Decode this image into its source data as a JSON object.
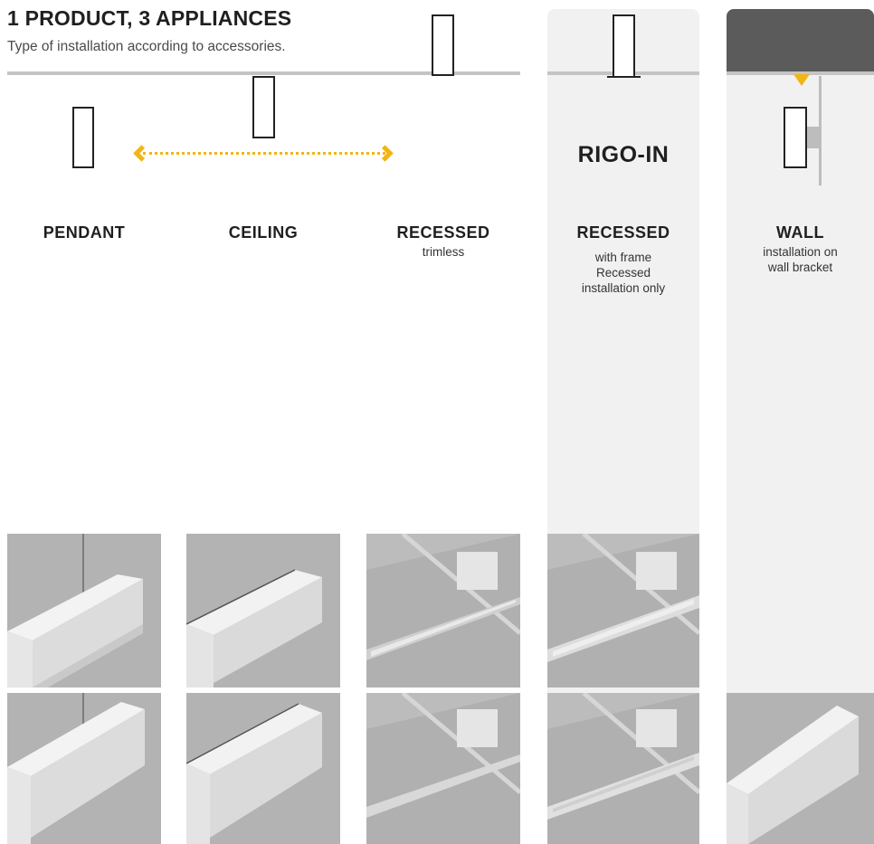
{
  "header": {
    "title": "1 PRODUCT, 3 APPLIANCES",
    "subtitle": "Type of installation according to accessories."
  },
  "columns": [
    {
      "id": "pendant",
      "label": "PENDANT",
      "sub": ""
    },
    {
      "id": "ceiling",
      "label": "CEILING",
      "sub": ""
    },
    {
      "id": "recessed",
      "label": "RECESSED",
      "sub": "trimless"
    },
    {
      "id": "rigo-in",
      "brand": "RIGO-IN",
      "label": "RECESSED",
      "sub": [
        "with frame",
        "Recessed",
        "installation only"
      ]
    },
    {
      "id": "wall",
      "label": "WALL",
      "sub": [
        "installation on",
        "wall bracket"
      ]
    }
  ],
  "colors": {
    "accent": "#f2b515",
    "panel": "#f1f1f1",
    "panel_dark": "#5b5b5b",
    "ceiling": "#c4c4c4"
  },
  "icons": [
    "double-arrow-icon",
    "wall-bracket-icon",
    "mount-indicator-icon"
  ]
}
